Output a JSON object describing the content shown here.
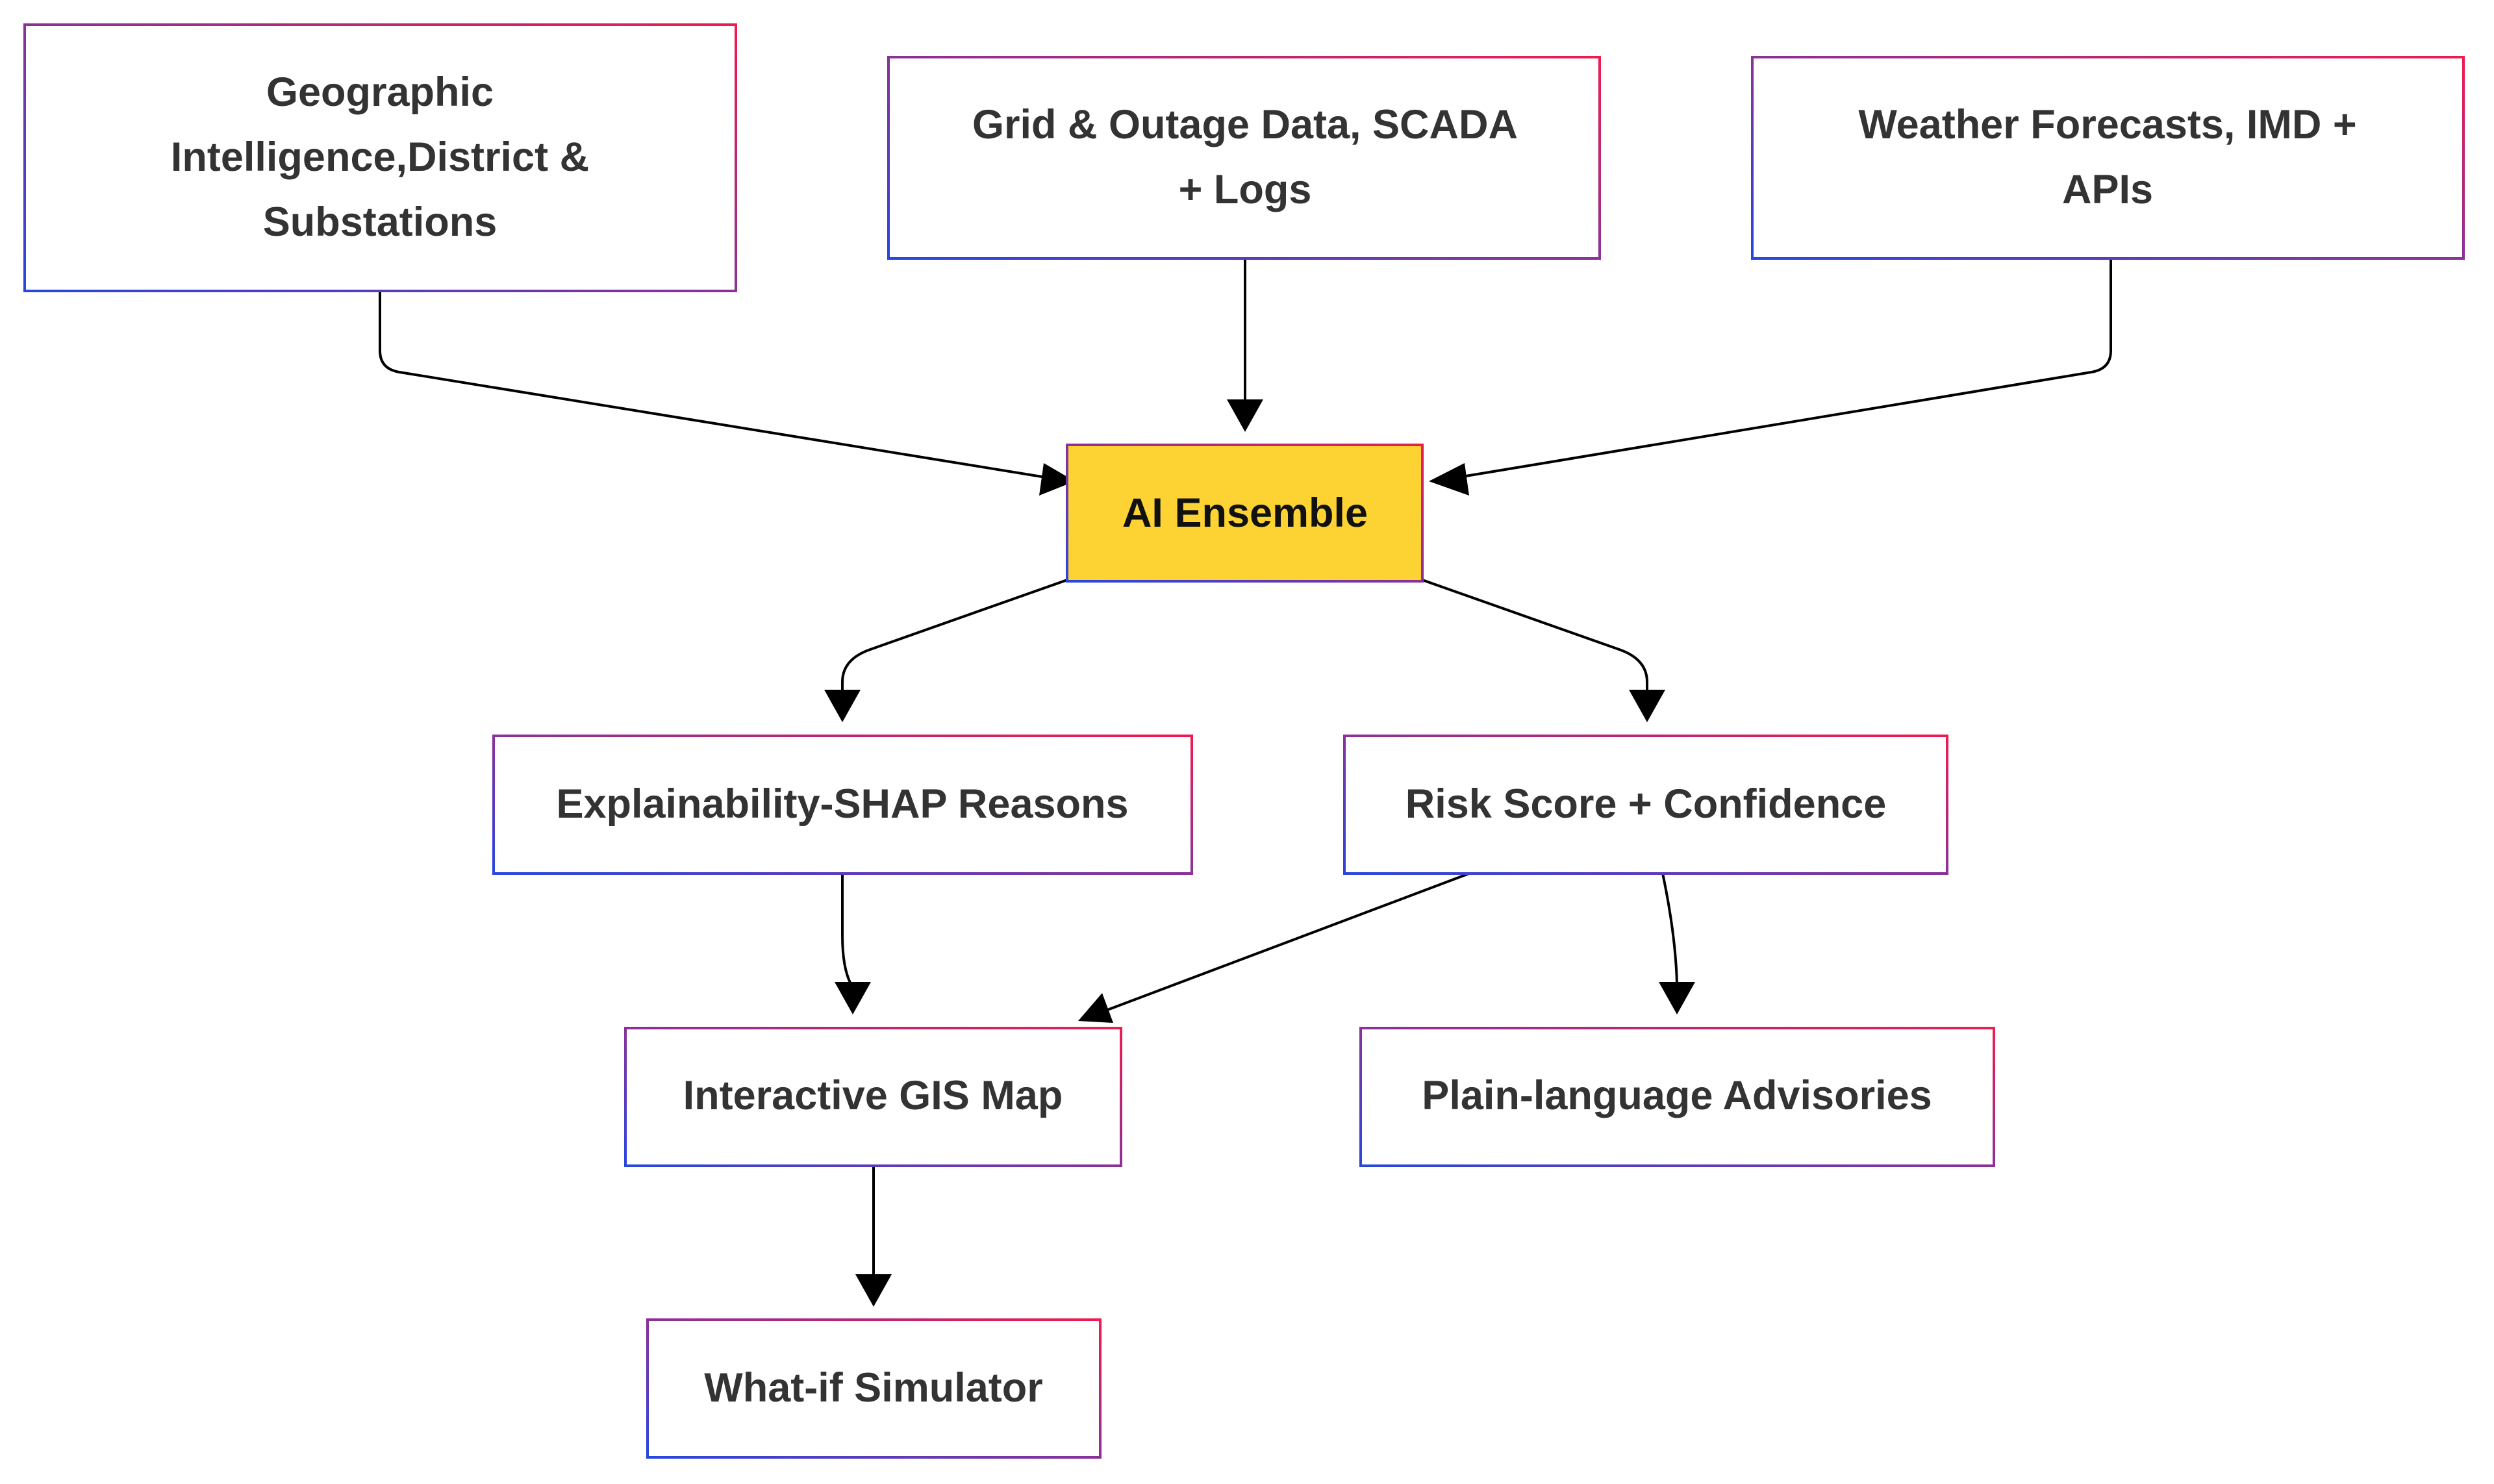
{
  "nodes": {
    "geo": {
      "lines": [
        "Geographic",
        "Intelligence,District &",
        "Substations"
      ]
    },
    "grid": {
      "lines": [
        "Grid & Outage Data, SCADA",
        "+ Logs"
      ]
    },
    "weather": {
      "lines": [
        "Weather Forecasts, IMD +",
        "APIs"
      ]
    },
    "ai": {
      "lines": [
        "AI Ensemble"
      ],
      "fill": "#FDD334"
    },
    "shap": {
      "lines": [
        "Explainability-SHAP Reasons"
      ]
    },
    "risk": {
      "lines": [
        "Risk Score + Confidence"
      ]
    },
    "gis": {
      "lines": [
        "Interactive GIS Map"
      ]
    },
    "advisories": {
      "lines": [
        "Plain-language Advisories"
      ]
    },
    "simulator": {
      "lines": [
        "What-if Simulator"
      ]
    }
  },
  "edges": [
    {
      "from": "geo",
      "to": "ai"
    },
    {
      "from": "grid",
      "to": "ai"
    },
    {
      "from": "weather",
      "to": "ai"
    },
    {
      "from": "ai",
      "to": "shap"
    },
    {
      "from": "ai",
      "to": "risk"
    },
    {
      "from": "shap",
      "to": "gis"
    },
    {
      "from": "risk",
      "to": "gis"
    },
    {
      "from": "risk",
      "to": "advisories"
    },
    {
      "from": "gis",
      "to": "simulator"
    }
  ],
  "colors": {
    "border_start": "#2846E0",
    "border_end": "#EE1C50",
    "node_fill": "#FFFFFF",
    "edge": "#000000",
    "text": "#333333"
  }
}
